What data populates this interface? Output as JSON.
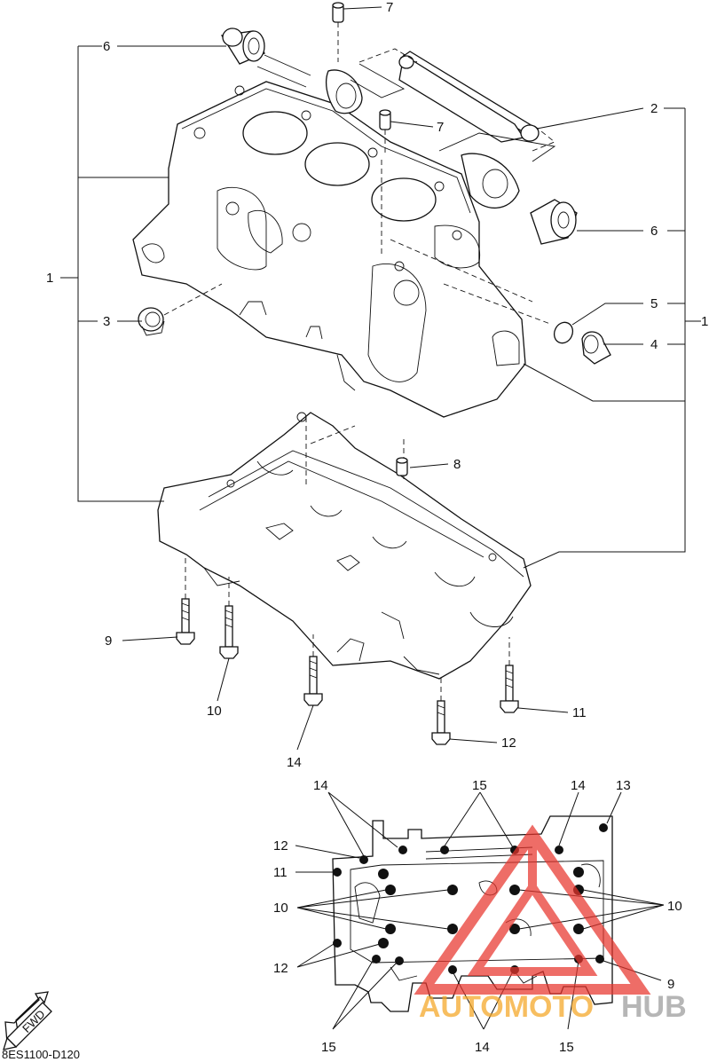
{
  "diagram": {
    "title_code": "8ES1100-D120",
    "fwd_label": "FWD",
    "callouts": {
      "c1_left": "1",
      "c1_right": "1",
      "c2": "2",
      "c3": "3",
      "c4": "4",
      "c5": "5",
      "c6_top": "6",
      "c6_right": "6",
      "c7_top": "7",
      "c7_mid": "7",
      "c8": "8",
      "c9": "9",
      "c10": "10",
      "c11": "11",
      "c12": "12",
      "c14": "14"
    },
    "bolt_map_labels": {
      "t14_left": "14",
      "t15_top": "15",
      "t14_right": "14",
      "t13": "13",
      "l12_top": "12",
      "l11": "11",
      "l10": "10",
      "l12_bottom": "12",
      "r10": "10",
      "r9": "9",
      "b15_left": "15",
      "b14": "14",
      "b15_right": "15"
    }
  },
  "watermark": {
    "text_a": "AUTOMOTO",
    "text_b": "HUB",
    "color_a": "#f5a623",
    "color_b": "#9b9b9b",
    "triangle_color": "#e8352e"
  }
}
